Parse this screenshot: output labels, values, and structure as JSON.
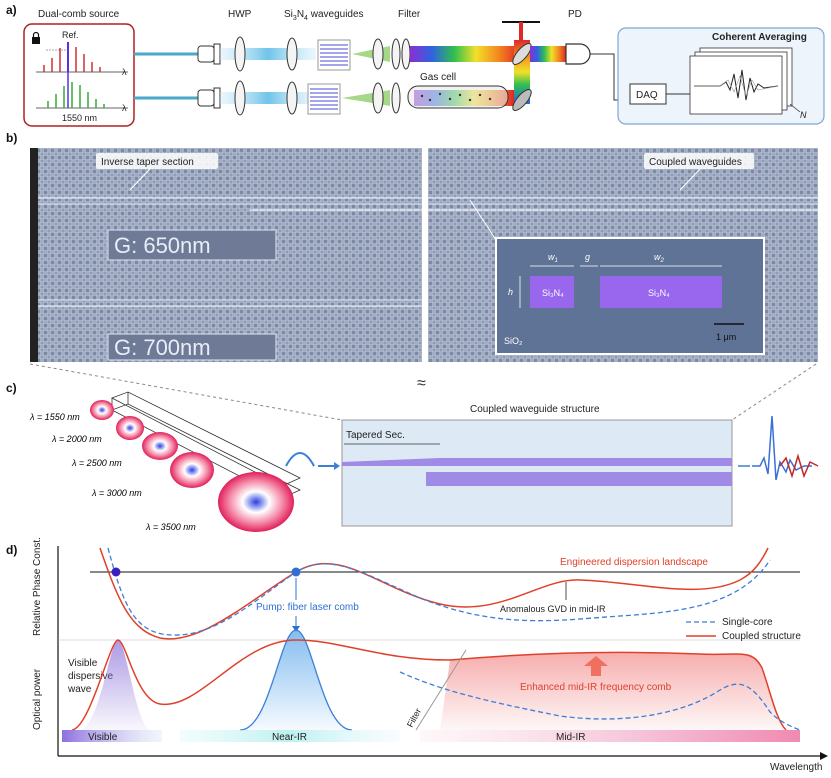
{
  "panel_a": {
    "label": "a)",
    "dual_comb_source": "Dual-comb source",
    "ref": "Ref.",
    "lambda": "λ",
    "wavelength_1550": "1550 nm",
    "hwp": "HWP",
    "waveguides_main": "Si",
    "waveguides_sub1": "3",
    "waveguides_mid": "N",
    "waveguides_sub2": "4",
    "waveguides_rest": " waveguides",
    "filter": "Filter",
    "pd": "PD",
    "gas_cell": "Gas cell",
    "daq": "DAQ",
    "coherent_averaging": "Coherent Averaging",
    "n_label": "N",
    "colors": {
      "box_border": "#b02020",
      "daq_box": "#e8f1fb",
      "daq_border": "#7fa6cf",
      "beam": "#7fc7e6"
    }
  },
  "panel_b": {
    "label": "b)",
    "inverse_taper": "Inverse taper section",
    "coupled_waveguides": "Coupled waveguides",
    "chip_label_1": "G: 650nm",
    "chip_label_2": "G: 700nm",
    "w1": "w",
    "w1_sub": "1",
    "g": "g",
    "w2": "w",
    "w2_sub": "2",
    "h": "h",
    "si3n4_left": "Si₃N₄",
    "si3n4_right": "Si₃N₄",
    "sio2": "SiO₂",
    "scale": "1 μm",
    "colors": {
      "sem_bg": "#5d6d8c",
      "si3n4": "#9966ee"
    }
  },
  "panel_c": {
    "label": "c)",
    "modes": [
      "λ = 1550 nm",
      "λ = 2000 nm",
      "λ = 2500 nm",
      "λ = 3000 nm",
      "λ = 3500 nm"
    ],
    "title": "Coupled waveguide structure",
    "tapered": "Tapered Sec.",
    "colors": {
      "box": "#dde9f4",
      "wg": "#9f8ae6"
    }
  },
  "panel_d": {
    "label": "d)",
    "y_upper": "Relative Phase Const.",
    "y_lower": "Optical power",
    "engineered": "Engineered dispersion landscape",
    "anomalous": "Anomalous GVD in mid-IR",
    "pump": "Pump: fiber laser comb",
    "visible_dw_1": "Visible",
    "visible_dw_2": "dispersive",
    "visible_dw_3": "wave",
    "legend_single": "Single-core",
    "legend_coupled": "Coupled structure",
    "enhanced": "Enhanced mid-IR frequency comb",
    "filter": "Filter",
    "band_visible": "Visible",
    "band_nearir": "Near-IR",
    "band_midir": "Mid-IR",
    "x_axis": "Wavelength",
    "colors": {
      "coupled": "#e0402a",
      "single": "#3a7fd8",
      "pump": "#2f6fd6"
    }
  }
}
